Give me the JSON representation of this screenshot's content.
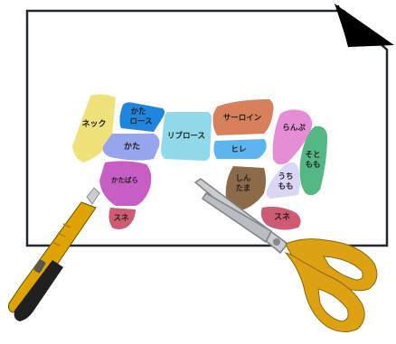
{
  "colors": {
    "paper_border": "#1f2a30",
    "paper_fill": "#ffffff",
    "corner_fold": "#000000",
    "neck": "#efe27a",
    "kata_loin": "#1f86e0",
    "kata": "#97a6ec",
    "kataabara": "#c85ec5",
    "sune_front": "#cf5b72",
    "ribloin": "#8fd9e8",
    "sirloin": "#d87f5c",
    "hire": "#5db4ef",
    "ranpu": "#e58ed6",
    "sotomomo": "#53b883",
    "uchimomo": "#dcd6f5",
    "shintama": "#8e6b48",
    "sune_back": "#cf5b72",
    "cutter_body": "#e0a400",
    "cutter_grip": "#202020",
    "blade": "#c9ccd0",
    "scissors_handle": "#dca214"
  },
  "parts": {
    "neck": "ネック",
    "kata_loin": [
      "かた",
      "ロース"
    ],
    "kata": "かた",
    "kataabara": "かたばら",
    "sune_front": "スネ",
    "ribloin": "リブロース",
    "sirloin": "サーロイン",
    "hire": "ヒレ",
    "ranpu": "らんぷ",
    "sotomomo": [
      "そと",
      "もも"
    ],
    "uchimomo": [
      "うち",
      "もも"
    ],
    "shintama": [
      "しん",
      "たま"
    ],
    "sune_back": "スネ"
  },
  "icons": {
    "cutter": "utility-knife-icon",
    "scissors": "scissors-icon",
    "fold": "folded-corner-icon"
  }
}
